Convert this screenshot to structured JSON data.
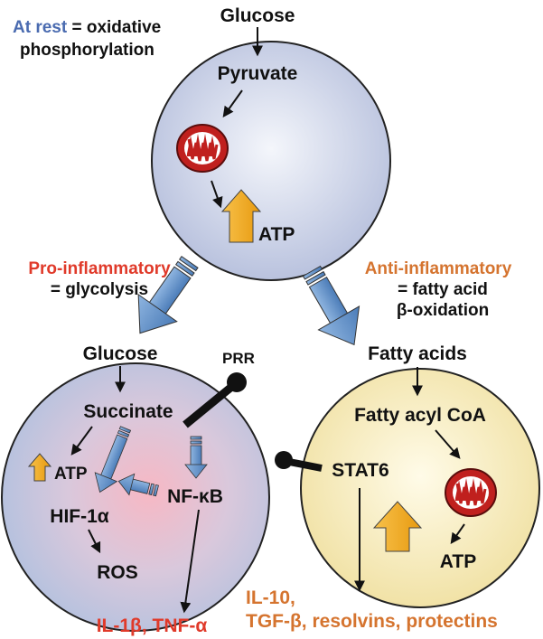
{
  "top_cell": {
    "rest_label": "At rest",
    "rest_suffix": "= oxidative",
    "rest_line2": "phosphorylation",
    "glucose": "Glucose",
    "pyruvate": "Pyruvate",
    "atp": "ATP"
  },
  "pro": {
    "title": "Pro-inflammatory",
    "subtitle": "= glycolysis",
    "glucose": "Glucose",
    "prr": "PRR",
    "succinate": "Succinate",
    "atp": "ATP",
    "hif": "HIF-1α",
    "nfkb": "NF-κB",
    "ros": "ROS",
    "output": "IL-1β, TNF-α"
  },
  "anti": {
    "title": "Anti-inflammatory",
    "line2": "= fatty acid",
    "line3": "β-oxidation",
    "fatty_acids": "Fatty acids",
    "acyl_coa": "Fatty acyl CoA",
    "stat6": "STAT6",
    "atp": "ATP",
    "output_line1": "IL-10,",
    "output_line2": "TGF-β, resolvins, protectins"
  },
  "colors": {
    "rest_blue": "#4a6bb0",
    "pro_red": "#e03a2a",
    "anti_orange": "#d5742f",
    "text": "#111111",
    "atp_arrow": "#f0a818",
    "big_arrow": "#5b8dc6",
    "mito_red": "#c0201e"
  }
}
